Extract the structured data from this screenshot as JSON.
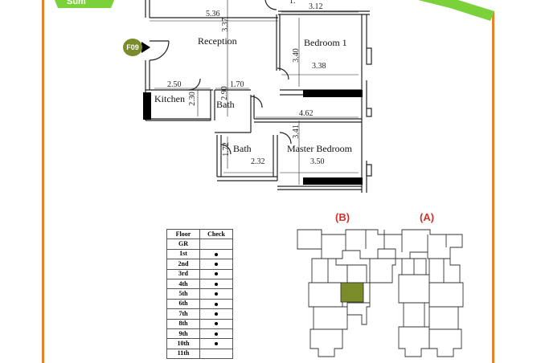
{
  "header_tag": {
    "text": "Sum"
  },
  "unit_badge": {
    "text": "F09"
  },
  "rooms": {
    "reception": "Reception",
    "bedroom1": "Bedroom 1",
    "kitchen": "Kitchen",
    "bath1": "Bath",
    "bath2": "Bath",
    "master": "Master Bedroom"
  },
  "dimensions": {
    "d536": "5.36",
    "d312": "3.12",
    "d337": "3.37",
    "d340": "3.40",
    "d338": "3.38",
    "d250": "2.50",
    "d170": "1.70",
    "d290": "2.90",
    "d230": "2.30",
    "d462": "4.62",
    "d341": "3.41",
    "d172": "1.72",
    "d232": "2.32",
    "d350": "3.50",
    "d1": "1."
  },
  "floor_table": {
    "headers": [
      "Floor",
      "Check"
    ],
    "rows": [
      {
        "floor": "GR",
        "check": false
      },
      {
        "floor": "1st",
        "check": true
      },
      {
        "floor": "2nd",
        "check": true
      },
      {
        "floor": "3rd",
        "check": true
      },
      {
        "floor": "4th",
        "check": true
      },
      {
        "floor": "5th",
        "check": true
      },
      {
        "floor": "6th",
        "check": true
      },
      {
        "floor": "7th",
        "check": true
      },
      {
        "floor": "8th",
        "check": true
      },
      {
        "floor": "9th",
        "check": true
      },
      {
        "floor": "10th",
        "check": true
      },
      {
        "floor": "11th",
        "check": false
      }
    ]
  },
  "building_labels": {
    "b": "(B)",
    "a": "(A)"
  },
  "colors": {
    "frame": "#e8822a",
    "accent_green": "#7ad13a",
    "highlight_unit": "#7a8c2a",
    "label_red": "#d0312d"
  }
}
